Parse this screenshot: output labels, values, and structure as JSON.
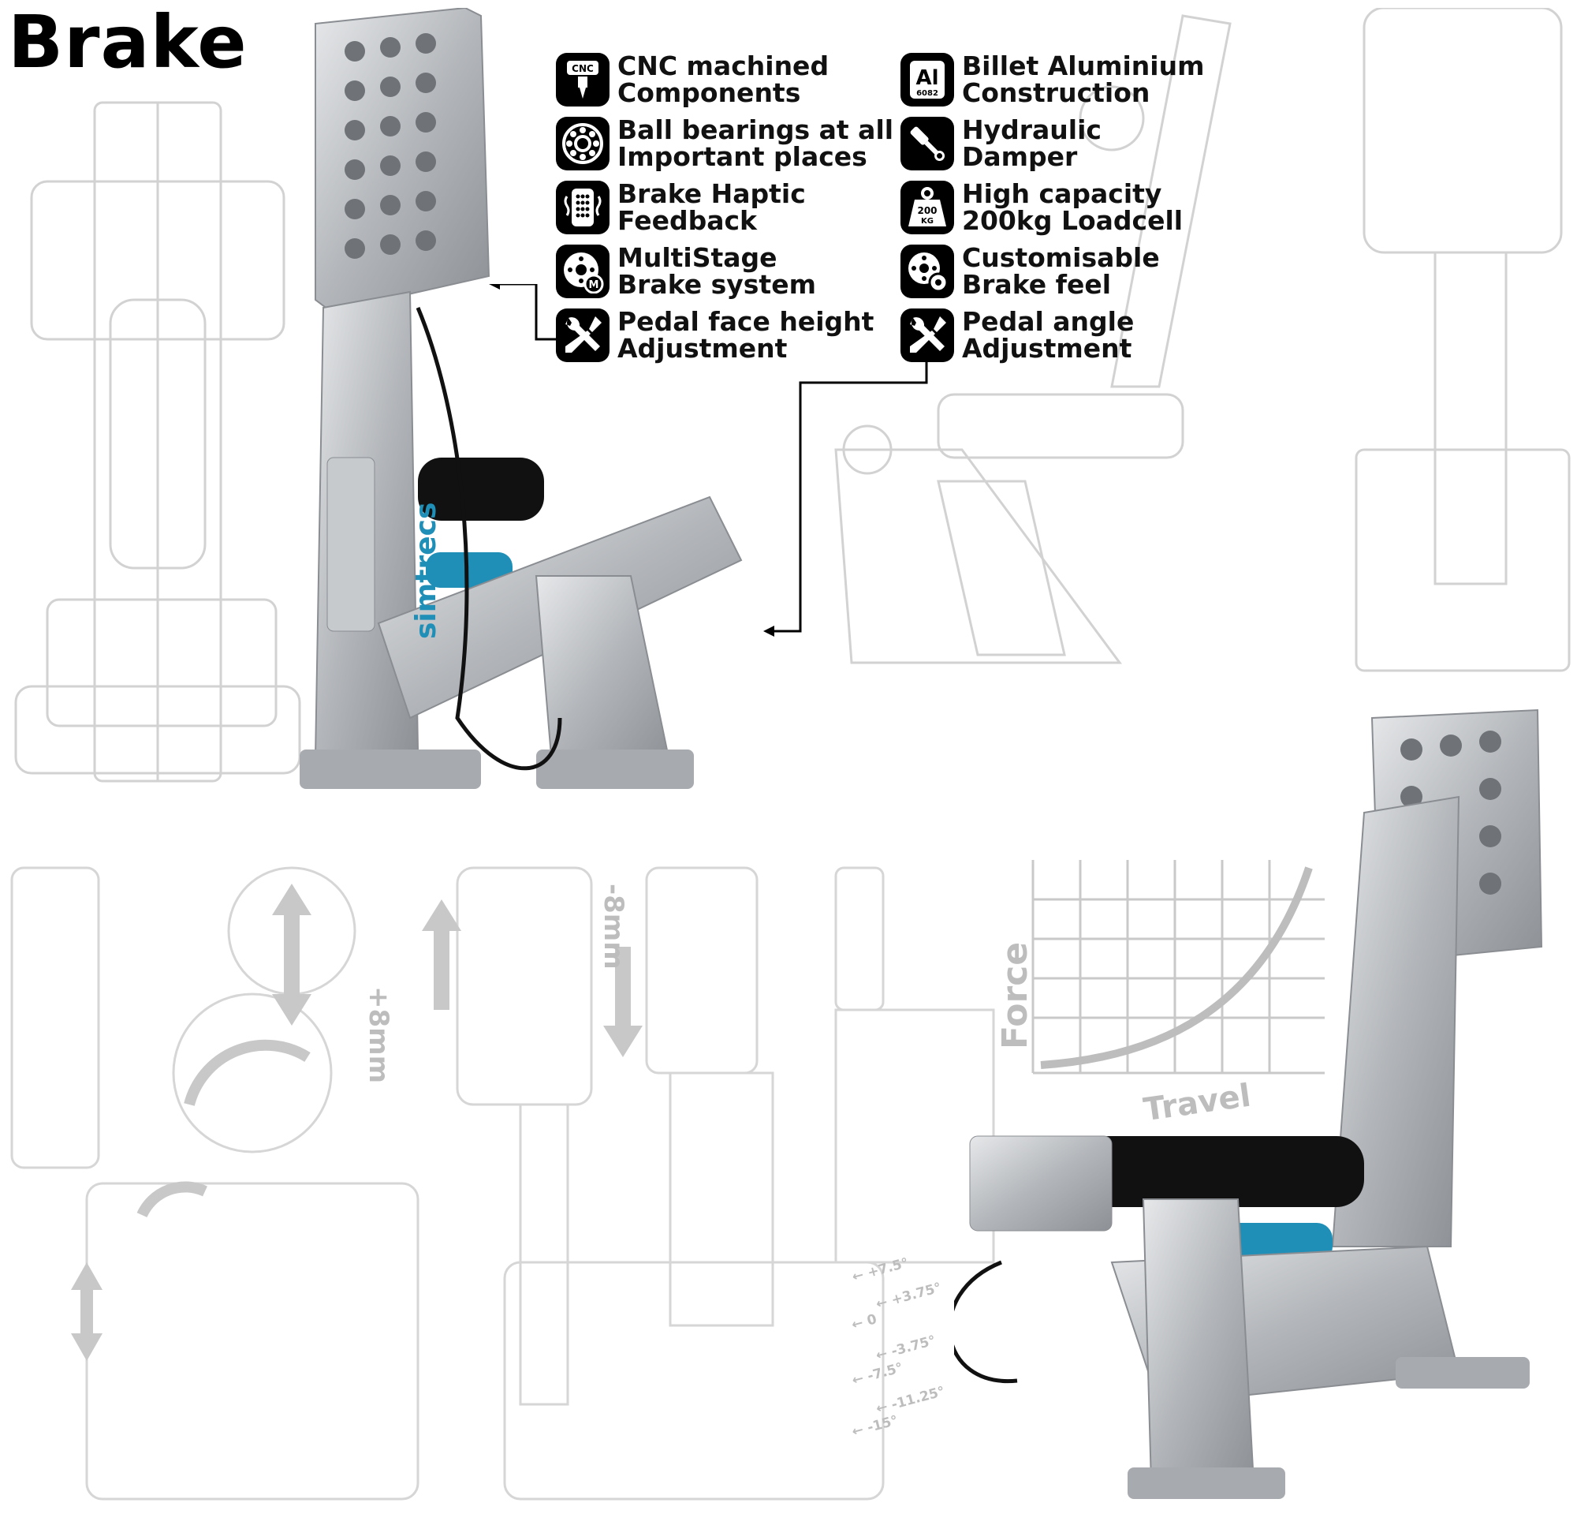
{
  "title": "Brake",
  "features": [
    {
      "icon": "cnc-icon",
      "label": "CNC machined\nComponents"
    },
    {
      "icon": "billet-aluminium-icon",
      "label": "Billet Aluminium\nConstruction"
    },
    {
      "icon": "ball-bearing-icon",
      "label": "Ball bearings at all\nImportant places"
    },
    {
      "icon": "hydraulic-damper-icon",
      "label": "Hydraulic\nDamper"
    },
    {
      "icon": "haptic-feedback-icon",
      "label": "Brake Haptic\nFeedback"
    },
    {
      "icon": "loadcell-weight-icon",
      "label": "High capacity\n200kg Loadcell"
    },
    {
      "icon": "multistage-brake-icon",
      "label": "MultiStage\nBrake system"
    },
    {
      "icon": "brake-settings-icon",
      "label": "Customisable\nBrake feel"
    },
    {
      "icon": "wrench-screwdriver-icon",
      "label": "Pedal face height\nAdjustment"
    },
    {
      "icon": "wrench-screwdriver-icon",
      "label": "Pedal angle\nAdjustment"
    }
  ],
  "icon_text": {
    "cnc": "CNC",
    "al": "Al",
    "al_grade": "6082",
    "load": "200",
    "load_unit": "KG",
    "m": "M"
  },
  "brand": "simtrecs",
  "chart": {
    "ylabel": "Force",
    "xlabel": "Travel"
  },
  "height_adjust": {
    "up": "+8mm",
    "down": "-8mm"
  },
  "angle_steps": [
    "+7.5°",
    "+3.75°",
    "0",
    "-3.75°",
    "-7.5°",
    "-11.25°",
    "-15°"
  ],
  "colors": {
    "accent": "#1f8fb8",
    "metal": "#b9bcc0",
    "sketch": "#cfcfcf"
  }
}
